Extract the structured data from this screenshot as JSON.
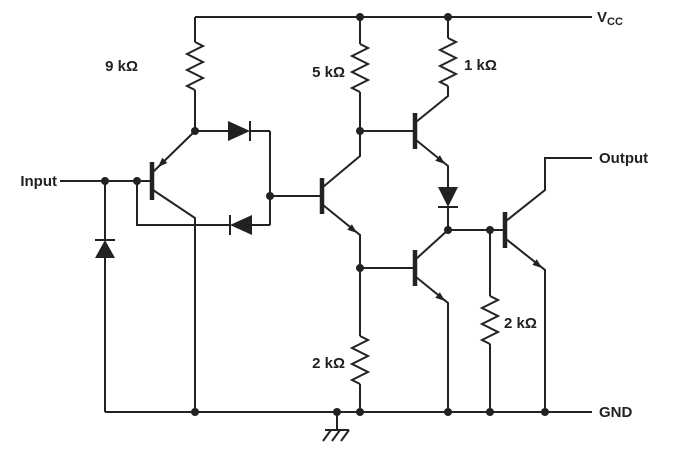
{
  "labels": {
    "input": "Input",
    "output": "Output",
    "gnd": "GND",
    "vcc_main": "V",
    "vcc_sub": "CC"
  },
  "resistors": {
    "r_9k": "9 kΩ",
    "r_5k": "5 kΩ",
    "r_1k": "1 kΩ",
    "r_2k_left": "2 kΩ",
    "r_2k_right": "2 kΩ"
  },
  "colors": {
    "line": "#222222",
    "background": "#ffffff"
  }
}
